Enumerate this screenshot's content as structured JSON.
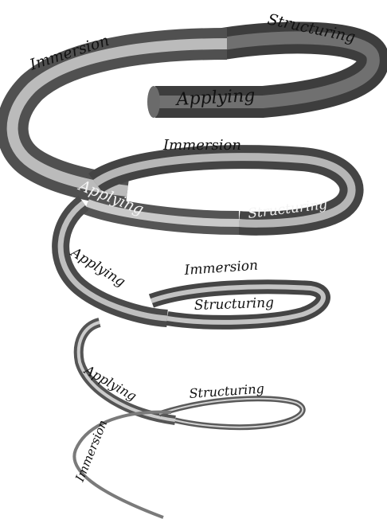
{
  "labels": {
    "top_structuring": "Structuring",
    "top_immersion": "Immersion",
    "top_applying": "Applying",
    "coil2_immersion": "Immersion",
    "coil2_applying": "Applying",
    "coil2_structuring": "Structuring",
    "coil3_applying": "Applying",
    "coil3_immersion": "Immersion",
    "coil3_structuring": "Structuring",
    "coil4_applying": "Applying",
    "coil4_structuring": "Structuring",
    "bottom_immersion": "Immersion"
  }
}
